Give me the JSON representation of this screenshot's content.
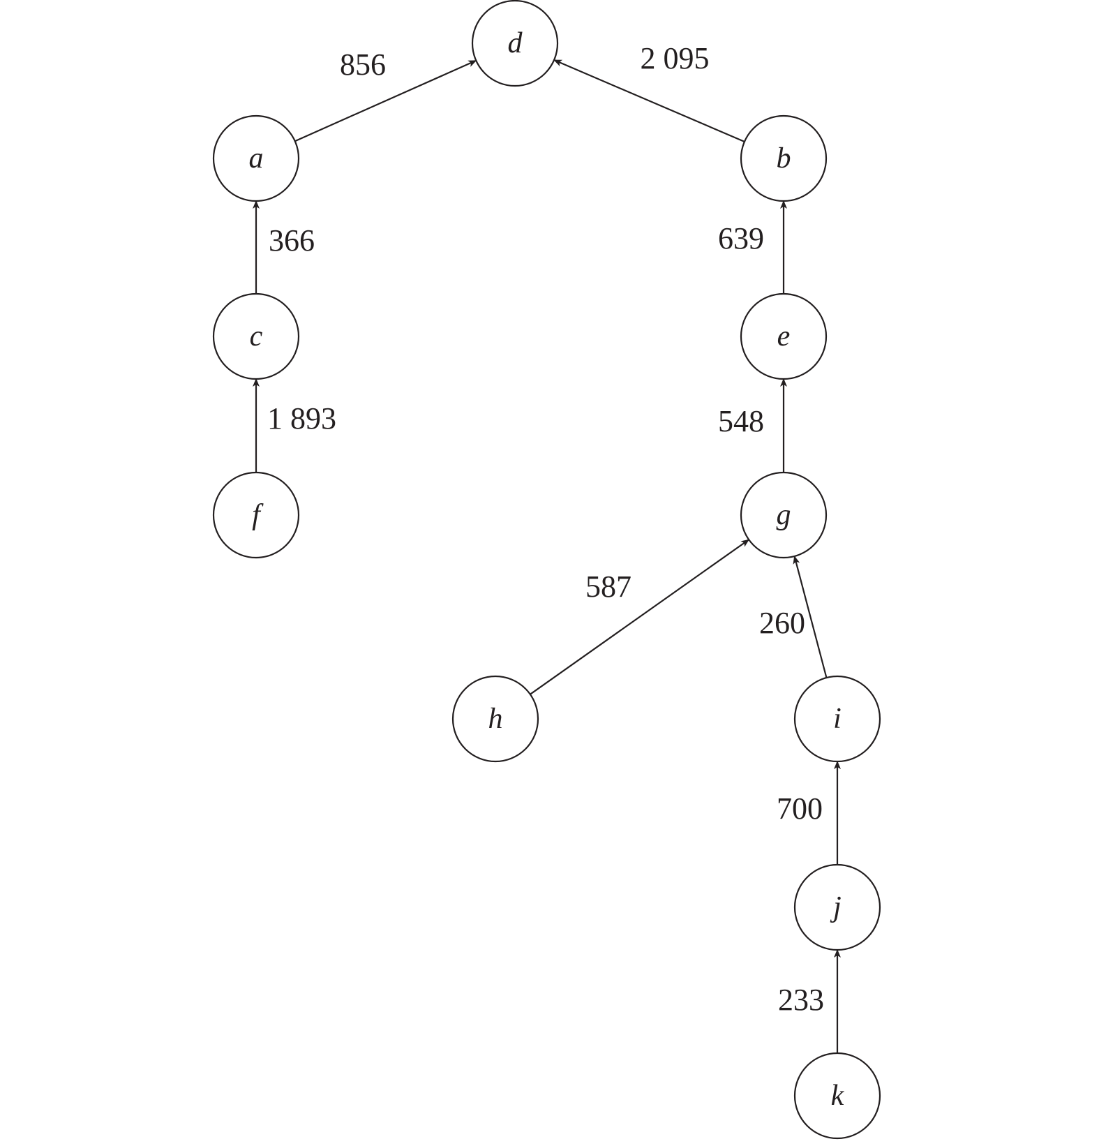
{
  "nodes": [
    {
      "id": "d",
      "label": "d"
    },
    {
      "id": "a",
      "label": "a"
    },
    {
      "id": "b",
      "label": "b"
    },
    {
      "id": "c",
      "label": "c"
    },
    {
      "id": "e",
      "label": "e"
    },
    {
      "id": "f",
      "label": "f"
    },
    {
      "id": "g",
      "label": "g"
    },
    {
      "id": "h",
      "label": "h"
    },
    {
      "id": "i",
      "label": "i"
    },
    {
      "id": "j",
      "label": "j"
    },
    {
      "id": "k",
      "label": "k"
    }
  ],
  "edges": [
    {
      "from": "a",
      "to": "d",
      "weight": "856"
    },
    {
      "from": "b",
      "to": "d",
      "weight": "2 095"
    },
    {
      "from": "c",
      "to": "a",
      "weight": "366"
    },
    {
      "from": "f",
      "to": "c",
      "weight": "1 893"
    },
    {
      "from": "e",
      "to": "b",
      "weight": "639"
    },
    {
      "from": "g",
      "to": "e",
      "weight": "548"
    },
    {
      "from": "h",
      "to": "g",
      "weight": "587"
    },
    {
      "from": "i",
      "to": "g",
      "weight": "260"
    },
    {
      "from": "j",
      "to": "i",
      "weight": "700"
    },
    {
      "from": "k",
      "to": "j",
      "weight": "233"
    }
  ],
  "colors": {
    "stroke": "#231f20",
    "background": "#ffffff"
  }
}
